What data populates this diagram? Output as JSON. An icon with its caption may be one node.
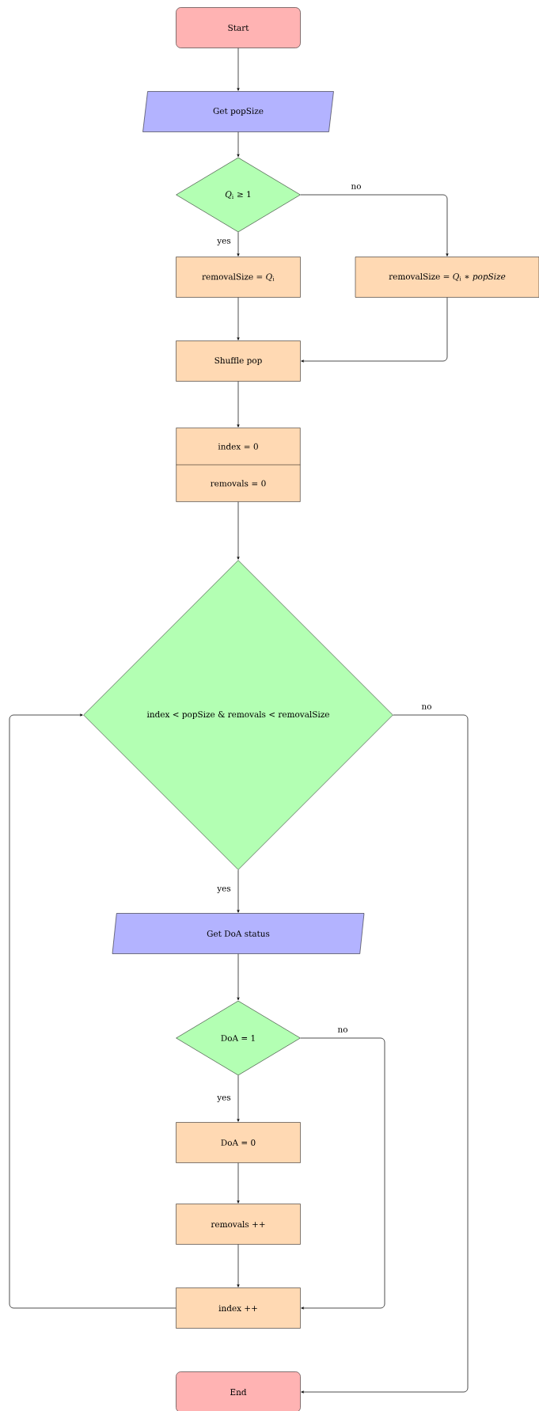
{
  "diagram": {
    "nodes": [
      {
        "text": [
          "Start"
        ]
      },
      {
        "text": [
          "Get popSize"
        ]
      },
      {
        "text": [
          "*Q*$_{i}$ ≥ 1"
        ]
      },
      {
        "text": [
          "removalSize = *Q*$_{i}$"
        ]
      },
      {
        "text": [
          "removalSize = *Q*$_{i}$ ∗ *popSize*"
        ]
      },
      {
        "text": [
          "Shuffle pop"
        ]
      },
      {
        "text": [
          "index = 0",
          "removals = 0"
        ]
      },
      {
        "text": [
          "index < popSize & removals < removalSize"
        ]
      },
      {
        "text": [
          "Get DoA status"
        ]
      },
      {
        "text": [
          "DoA = 1"
        ]
      },
      {
        "text": [
          "DoA = 0"
        ]
      },
      {
        "text": [
          "removals ++"
        ]
      },
      {
        "text": [
          "index ++"
        ]
      },
      {
        "text": [
          "End"
        ]
      }
    ],
    "edges": [
      {
        "from": 0,
        "to": 1,
        "arrow": "to"
      },
      {
        "from": 1,
        "to": 2,
        "arrow": "to"
      },
      {
        "from": 2,
        "to": 3,
        "arrow": "to",
        "label": "yes"
      },
      {
        "from": 2,
        "to": 4,
        "arrow": "to",
        "label": "no"
      },
      {
        "from": 3,
        "to": 5,
        "arrow": "to"
      },
      {
        "from": 4,
        "to": 5,
        "arrow": "to"
      },
      {
        "from": 5,
        "to": 6,
        "arrow": "to"
      },
      {
        "from": 6,
        "to": 7,
        "arrow": "to"
      },
      {
        "from": 7,
        "to": 8,
        "arrow": "to",
        "label": "yes"
      },
      {
        "from": 7,
        "to": 13,
        "arrow": "to",
        "label": "no"
      },
      {
        "from": 8,
        "to": 9,
        "arrow": "to"
      },
      {
        "from": 9,
        "to": 10,
        "arrow": "to",
        "label": "yes"
      },
      {
        "from": 9,
        "to": 12,
        "arrow": "to",
        "label": "no"
      },
      {
        "from": 10,
        "to": 11,
        "arrow": "to"
      },
      {
        "from": 11,
        "to": 12,
        "arrow": "to"
      },
      {
        "from": 12,
        "to": 7,
        "arrow": "to"
      }
    ]
  }
}
